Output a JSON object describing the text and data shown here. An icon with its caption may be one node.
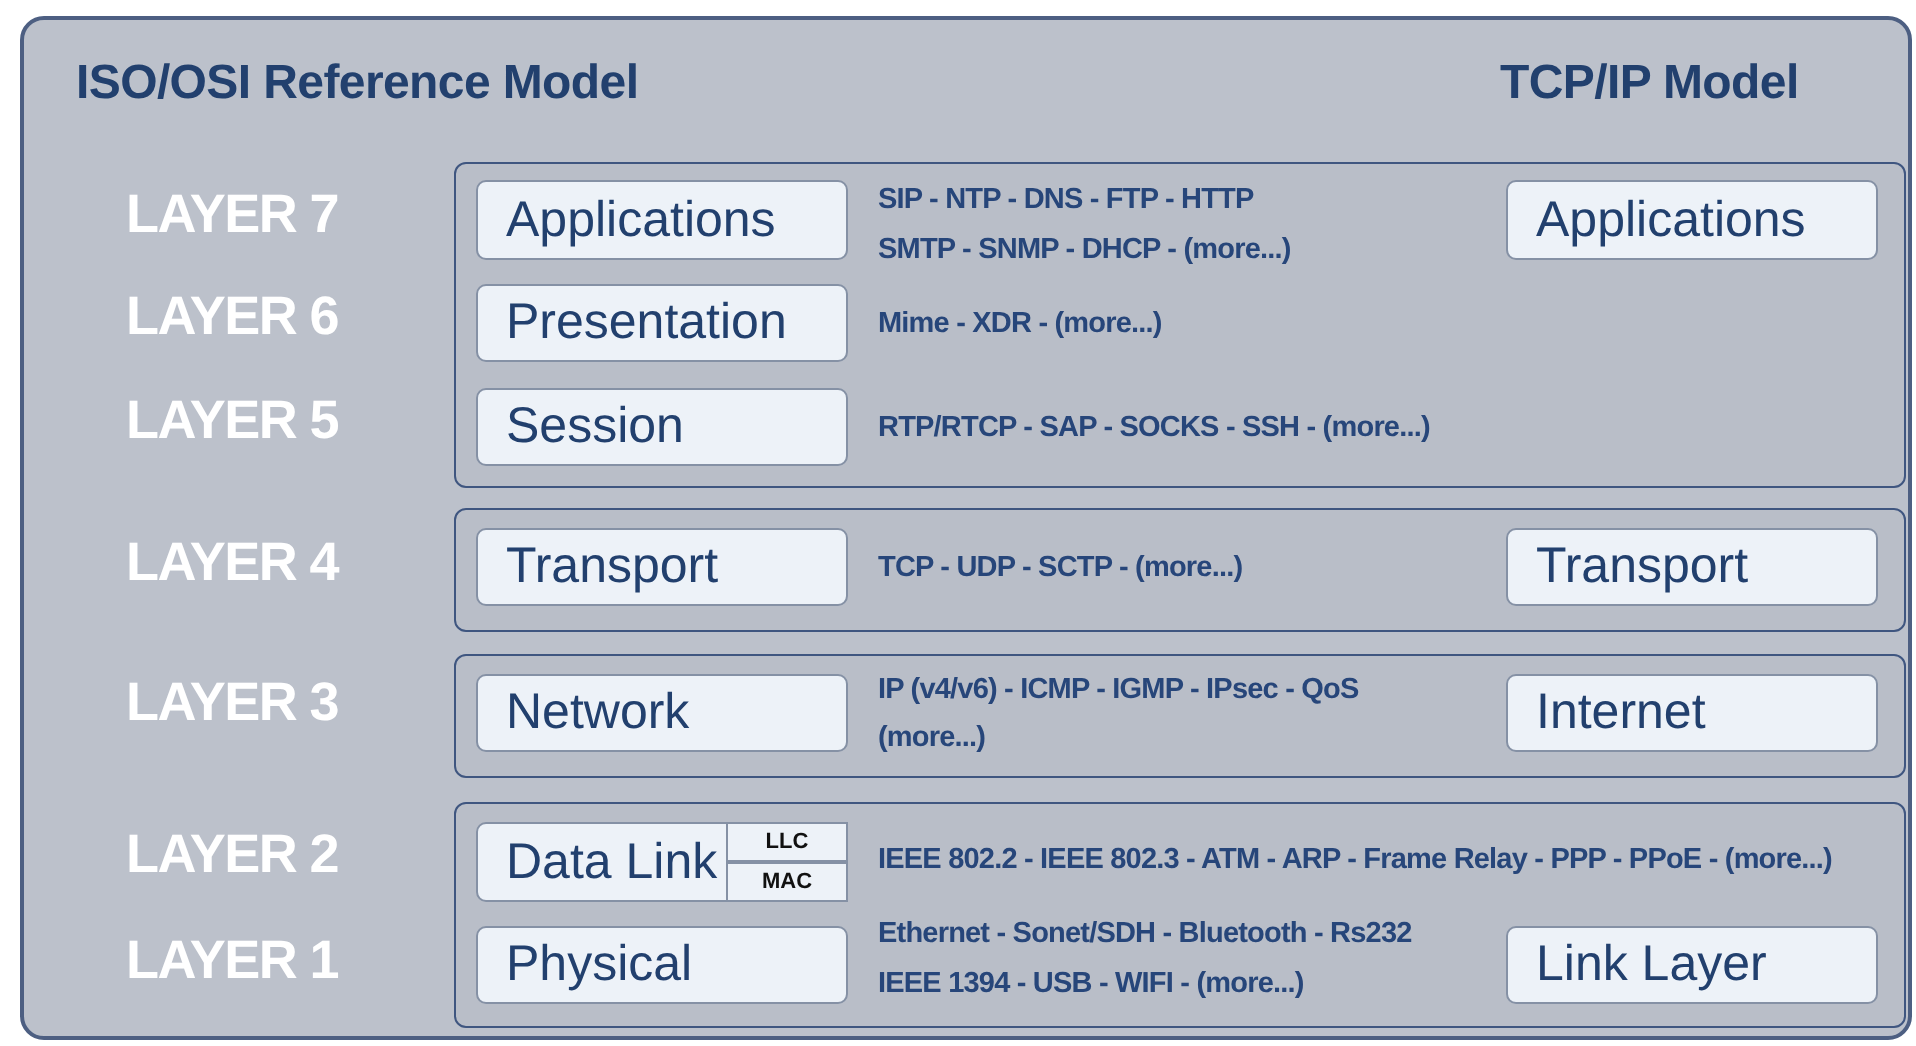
{
  "diagram": {
    "nodes": [
      {
        "text": [
          "ISO/OSI Reference Model",
          "TCP/IP Model"
        ]
      },
      {
        "text": [],
        "shape": "box",
        "in": 0
      },
      {
        "text": [
          "Applications"
        ],
        "in": 1
      },
      {
        "text": [
          "Presentation"
        ],
        "in": 1
      },
      {
        "text": [
          "Session"
        ],
        "in": 1
      },
      {
        "text": [
          "Applications"
        ],
        "in": 1
      },
      {
        "text": [],
        "shape": "box",
        "in": 0
      },
      {
        "text": [
          "Transport"
        ],
        "in": 6
      },
      {
        "text": [
          "Transport"
        ],
        "in": 6
      },
      {
        "text": [],
        "shape": "box",
        "in": 0
      },
      {
        "text": [
          "Network"
        ],
        "in": 9
      },
      {
        "text": [
          "Internet"
        ],
        "in": 9
      },
      {
        "text": [],
        "shape": "box",
        "in": 0
      },
      {
        "text": [
          "Data Link"
        ],
        "in": 12
      },
      {
        "text": [
          "LLC"
        ],
        "in": 13
      },
      {
        "text": [
          "MAC"
        ],
        "in": 13
      },
      {
        "text": [
          "Physical"
        ],
        "in": 12
      },
      {
        "text": [
          "Link Layer"
        ],
        "in": 12
      }
    ],
    "edges": [],
    "labels": [
      "LAYER 7",
      "SIP - NTP - DNS - FTP - HTTP",
      "SMTP - SNMP - DHCP - (more...)",
      "LAYER 6",
      "Mime - XDR - (more...)",
      "LAYER 5",
      "RTP/RTCP - SAP - SOCKS - SSH - (more...)",
      "LAYER 4",
      "TCP - UDP - SCTP - (more...)",
      "LAYER 3",
      "IP (v4/v6) - ICMP - IGMP - IPsec - QoS",
      "(more...)",
      "LAYER 2",
      "IEEE 802.2 - IEEE 802.3 - ATM - ARP - Frame Relay - PPP - PPoE - (more...)",
      "LAYER 1",
      "Ethernet - Sonet/SDH - Bluetooth - Rs232",
      "IEEE 1394 - USB - WIFI - (more...)"
    ]
  }
}
